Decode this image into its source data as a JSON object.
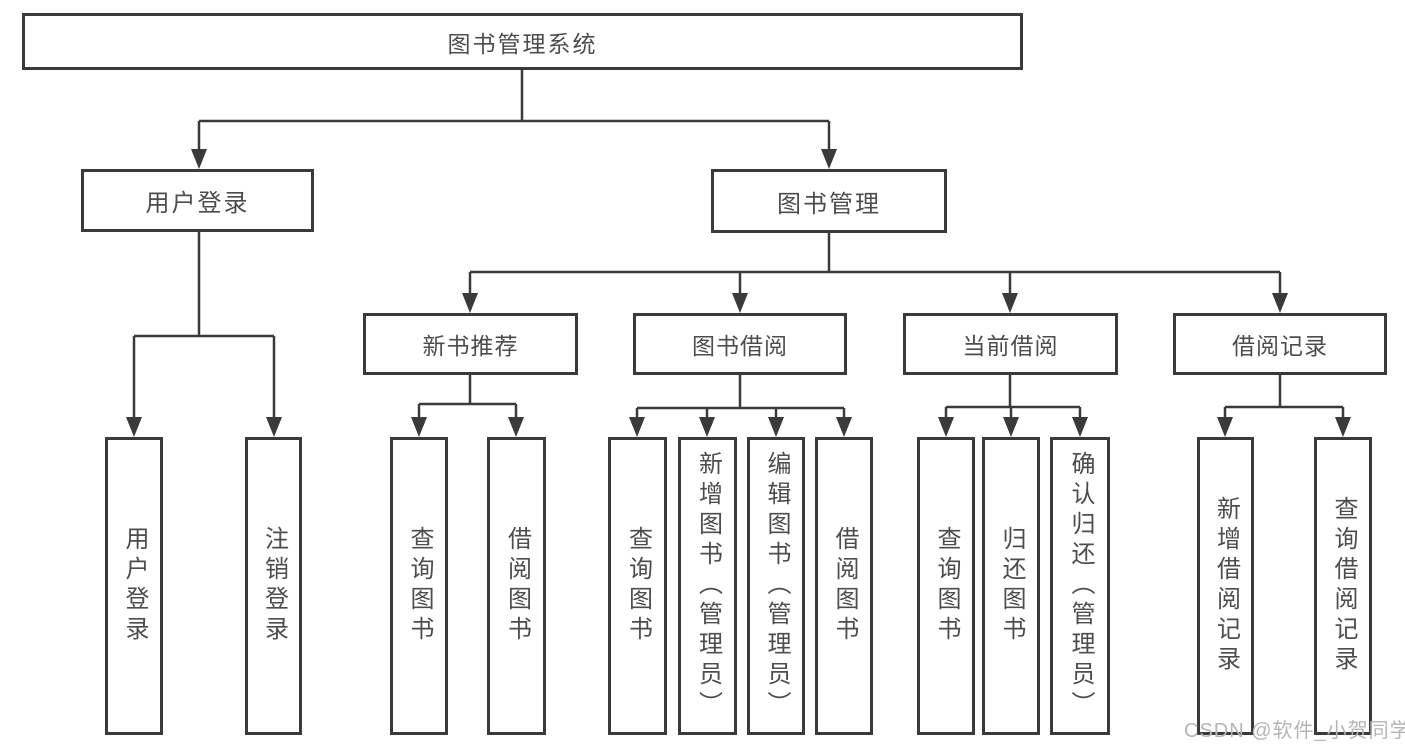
{
  "diagram_title": "图书管理系统",
  "tree": {
    "root": {
      "label": "图书管理系统"
    },
    "children": [
      {
        "label": "用户登录",
        "children": [
          {
            "label": "用户登录"
          },
          {
            "label": "注销登录"
          }
        ]
      },
      {
        "label": "图书管理",
        "children": [
          {
            "label": "新书推荐",
            "children": [
              {
                "label": "查询图书"
              },
              {
                "label": "借阅图书"
              }
            ]
          },
          {
            "label": "图书借阅",
            "children": [
              {
                "label": "查询图书"
              },
              {
                "label": "新增图书（管理员）"
              },
              {
                "label": "编辑图书（管理员）"
              },
              {
                "label": "借阅图书"
              }
            ]
          },
          {
            "label": "当前借阅",
            "children": [
              {
                "label": "查询图书"
              },
              {
                "label": "归还图书"
              },
              {
                "label": "确认归还（管理员）"
              }
            ]
          },
          {
            "label": "借阅记录",
            "children": [
              {
                "label": "新增借阅记录"
              },
              {
                "label": "查询借阅记录"
              }
            ]
          }
        ]
      }
    ]
  },
  "watermark": {
    "text": "CSDN @软件_小贺同学"
  },
  "colors": {
    "line": "#3a3a3a",
    "box_border": "#3a3a3a",
    "text": "#4d4d4d",
    "watermark": "#b5b5b5",
    "background": "#ffffff"
  }
}
